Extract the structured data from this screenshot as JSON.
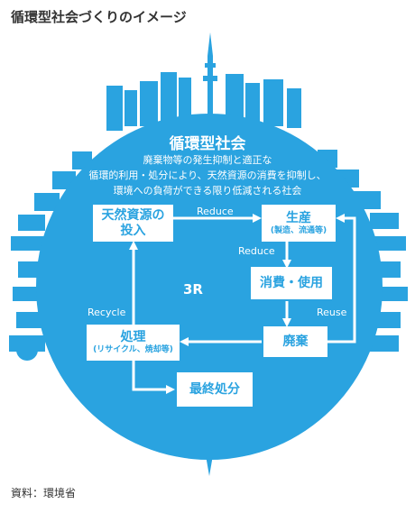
{
  "page_title": "循環型社会づくりのイメージ",
  "source": "資料：環境省",
  "society": {
    "title": "循環型社会",
    "description": [
      "廃棄物等の発生抑制と適正な",
      "循環的利用・処分により、天然資源の消費を抑制し、",
      "環境への負荷ができる限り低減される社会"
    ]
  },
  "boxes": {
    "natural_resources": "天然資源の\n投入",
    "production": "生産",
    "production_sub": "(製造、流通等)",
    "consumption": "消費・使用",
    "waste": "廃棄",
    "treatment": "処理",
    "treatment_sub": "(リサイクル、焼却等)",
    "final_disposal": "最終処分"
  },
  "labels": {
    "reduce_top": "Reduce",
    "reduce_mid": "Reduce",
    "reuse": "Reuse",
    "recycle": "Recycle",
    "three_r": "3R"
  },
  "colors": {
    "primary": "#2aa3e0",
    "box_bg": "#ffffff",
    "text_dark": "#333333"
  }
}
